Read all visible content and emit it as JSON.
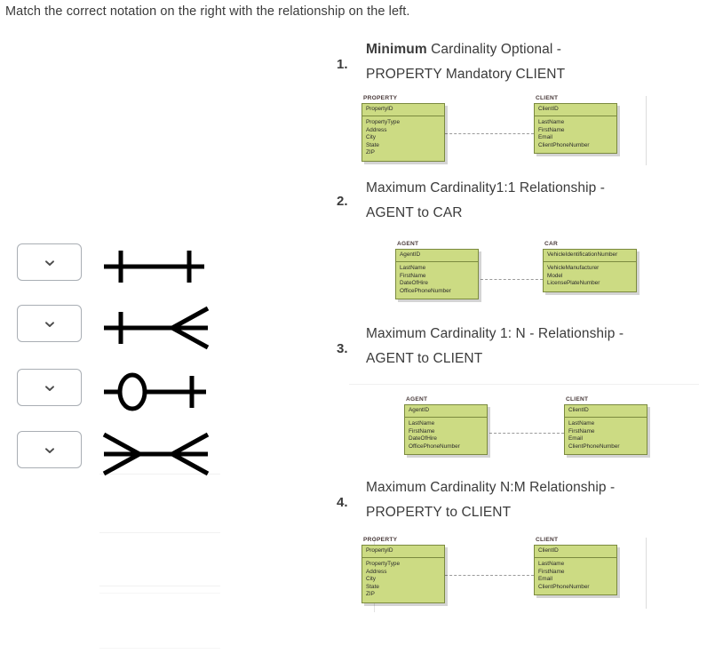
{
  "prompt": "Match the correct notation on the right with the relationship on the left.",
  "answers": {
    "rows": [
      {
        "selected": "",
        "icon": "chevron-down-icon",
        "notation": "one-to-one-bar-bar"
      },
      {
        "selected": "",
        "icon": "chevron-down-icon",
        "notation": "one-to-many-bar-crowsfoot"
      },
      {
        "selected": "",
        "icon": "chevron-down-icon",
        "notation": "optional-to-mandatory-circle-bar"
      },
      {
        "selected": "",
        "icon": "chevron-down-icon",
        "notation": "many-to-many-crowsfoot-crowsfoot"
      }
    ]
  },
  "questions": [
    {
      "number": "1.",
      "title_bold": "Minimum",
      "title_rest": " Cardinality Optional - PROPERTY Mandatory CLIENT",
      "diagram": {
        "left_entity": {
          "name": "PROPERTY",
          "key": "PropertyID",
          "attributes": [
            "PropertyType",
            "Address",
            "City",
            "State",
            "ZIP"
          ]
        },
        "right_entity": {
          "name": "CLIENT",
          "key": "ClientID",
          "attributes": [
            "LastName",
            "FirstName",
            "Email",
            "ClientPhoneNumber"
          ]
        }
      }
    },
    {
      "number": "2.",
      "title_bold": "",
      "title_rest": "Maximum Cardinality1:1 Relationship - AGENT to CAR",
      "diagram": {
        "left_entity": {
          "name": "AGENT",
          "key": "AgentID",
          "attributes": [
            "LastName",
            "FirstName",
            "DateOfHire",
            "OfficePhoneNumber"
          ]
        },
        "right_entity": {
          "name": "CAR",
          "key": "VehicleIdentificationNumber",
          "attributes": [
            "VehicleManufacturer",
            "Model",
            "LicensePlateNumber"
          ]
        }
      }
    },
    {
      "number": "3.",
      "title_bold": "",
      "title_rest": "Maximum Cardinality 1: N - Relationship - AGENT to CLIENT",
      "diagram": {
        "left_entity": {
          "name": "AGENT",
          "key": "AgentID",
          "attributes": [
            "LastName",
            "FirstName",
            "DateOfHire",
            "OfficePhoneNumber"
          ]
        },
        "right_entity": {
          "name": "CLIENT",
          "key": "ClientID",
          "attributes": [
            "LastName",
            "FirstName",
            "Email",
            "ClientPhoneNumber"
          ]
        }
      }
    },
    {
      "number": "4.",
      "title_bold": "",
      "title_rest": "Maximum Cardinality N:M Relationship - PROPERTY to CLIENT",
      "diagram": {
        "left_entity": {
          "name": "PROPERTY",
          "key": "PropertyID",
          "attributes": [
            "PropertyType",
            "Address",
            "City",
            "State",
            "ZIP"
          ]
        },
        "right_entity": {
          "name": "CLIENT",
          "key": "ClientID",
          "attributes": [
            "LastName",
            "FirstName",
            "Email",
            "ClientPhoneNumber"
          ]
        }
      }
    }
  ],
  "colors": {
    "entity_fill": "#ccdb83",
    "entity_border": "#7b8a3f",
    "text": "#3b3b3b",
    "notation_stroke": "#000000",
    "dropdown_border": "#a9aeb4"
  }
}
